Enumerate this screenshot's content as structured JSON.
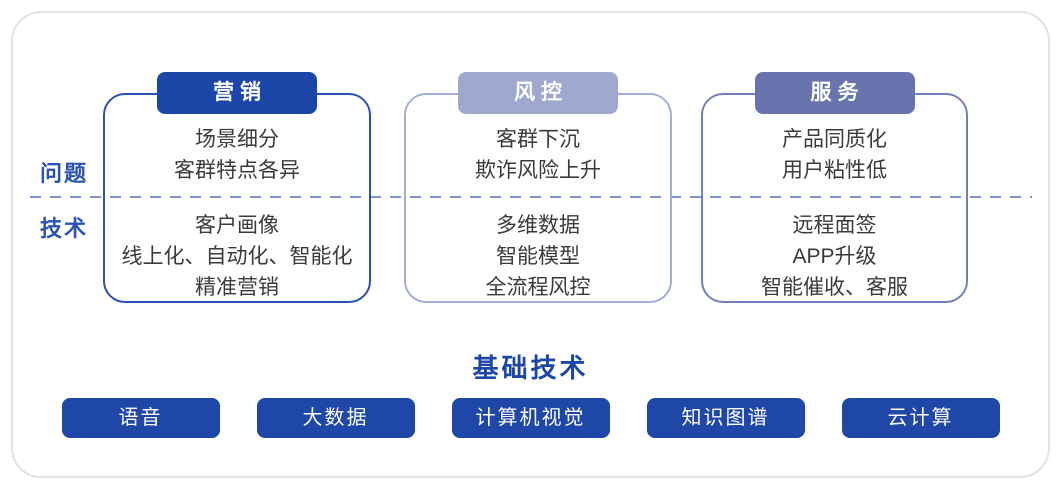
{
  "row_labels": {
    "problems": "问题",
    "technology": "技术"
  },
  "columns": [
    {
      "title": "营销",
      "problems": [
        "场景细分",
        "客群特点各异"
      ],
      "technologies": [
        "客户画像",
        "线上化、自动化、智能化",
        "精准营销"
      ]
    },
    {
      "title": "风控",
      "problems": [
        "客群下沉",
        "欺诈风险上升"
      ],
      "technologies": [
        "多维数据",
        "智能模型",
        "全流程风控"
      ]
    },
    {
      "title": "服务",
      "problems": [
        "产品同质化",
        "用户粘性低"
      ],
      "technologies": [
        "远程面签",
        "APP升级",
        "智能催收、客服"
      ]
    }
  ],
  "foundation": {
    "title": "基础技术",
    "items": [
      "语音",
      "大数据",
      "计算机视觉",
      "知识图谱",
      "云计算"
    ]
  },
  "colors": {
    "accent_dark_blue": "#1c46a8",
    "marketing_border": "#2a52b4",
    "risk_badge": "#9fa9cf",
    "service_badge": "#6874ae",
    "divider_dash": "#8194d2",
    "card_body_text": "#3b3b3b",
    "row_label_blue": "#2a52b4",
    "frame_border": "#e2e1ec",
    "button_blue": "#1e47a8"
  }
}
